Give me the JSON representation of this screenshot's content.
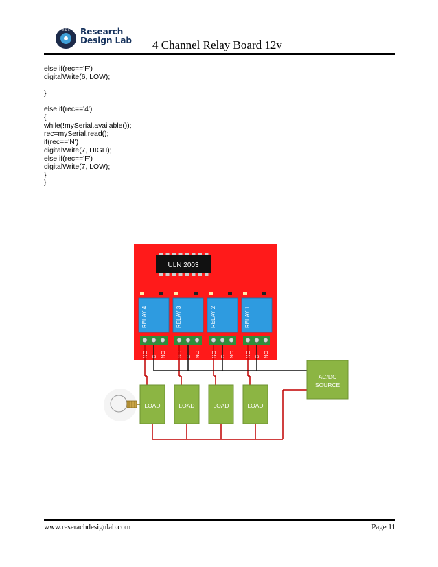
{
  "header": {
    "logo_line1": "Research",
    "logo_line2": "Design Lab",
    "title": "4 Channel Relay Board 12v"
  },
  "code_lines": [
    "else if(rec=='F')",
    "digitalWrite(6, LOW);",
    "",
    "}",
    "",
    "else if(rec=='4')",
    "{",
    "while(!mySerial.available());",
    "rec=mySerial.read();",
    "if(rec=='N')",
    "digitalWrite(7, HIGH);",
    "else if(rec=='F')",
    "digitalWrite(7, LOW);",
    "}",
    "}"
  ],
  "diagram": {
    "ic_label": "ULN 2003",
    "relays": [
      "RELAY 4",
      "RELAY 3",
      "RELAY 2",
      "RELAY 1"
    ],
    "terminals": [
      "NO",
      "C",
      "NC"
    ],
    "loads": [
      "LOAD",
      "LOAD",
      "LOAD",
      "LOAD"
    ],
    "source_line1": "AC/DC",
    "source_line2": "SOURCE",
    "colors": {
      "board": "#ff1a1a",
      "relay": "#2e9be0",
      "terminal": "#2f8f3a",
      "load": "#8cb543",
      "wire_black": "#111111",
      "wire_red": "#c00000"
    }
  },
  "footer": {
    "website": "www.reserachdesignlab.com",
    "page": "Page 11"
  }
}
